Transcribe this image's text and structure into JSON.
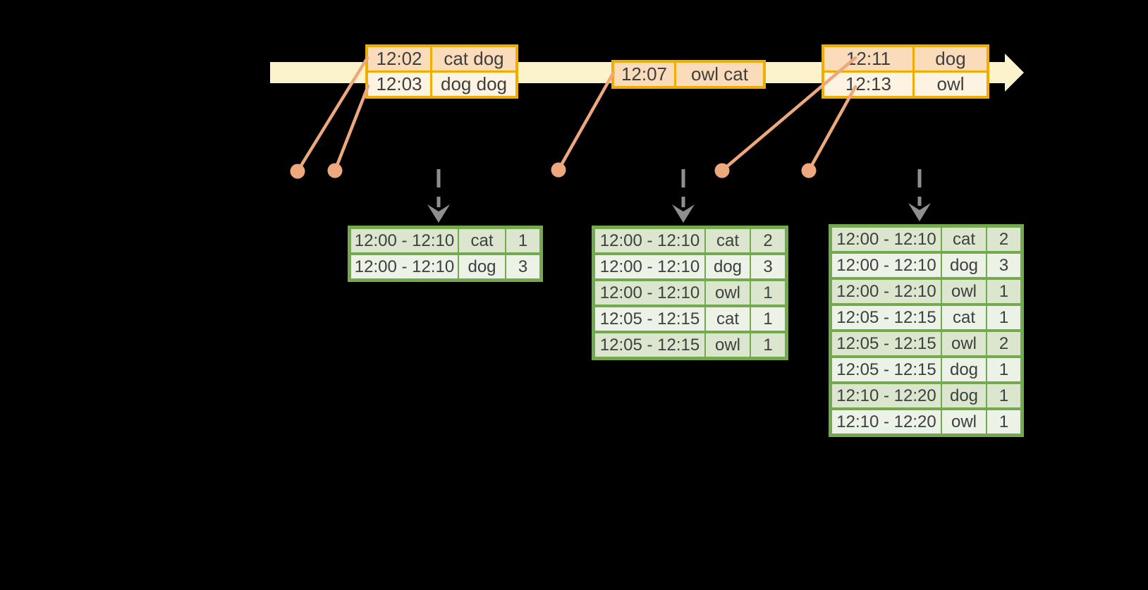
{
  "colors": {
    "background": "#000000",
    "timeline_fill": "#fcf2cc",
    "event_border": "#f0ad00",
    "event_row_dark": "#fadcbb",
    "event_row_light": "#fcf3e3",
    "marker": "#eea87d",
    "result_border": "#73aa4e",
    "result_row_dark": "#dce6ce",
    "result_row_light": "#edf2e7",
    "arrow_gray": "#8f8f8f",
    "text": "#3f3f3f"
  },
  "event_tables": [
    {
      "rows": [
        [
          "12:02",
          "cat dog"
        ],
        [
          "12:03",
          "dog dog"
        ]
      ]
    },
    {
      "rows": [
        [
          "12:07",
          "owl cat"
        ]
      ]
    },
    {
      "rows": [
        [
          "12:11",
          "dog"
        ],
        [
          "12:13",
          "owl"
        ]
      ]
    }
  ],
  "result_tables": [
    {
      "rows": [
        [
          "12:00 - 12:10",
          "cat",
          "1"
        ],
        [
          "12:00 - 12:10",
          "dog",
          "3"
        ]
      ]
    },
    {
      "rows": [
        [
          "12:00 - 12:10",
          "cat",
          "2"
        ],
        [
          "12:00 - 12:10",
          "dog",
          "3"
        ],
        [
          "12:00 - 12:10",
          "owl",
          "1"
        ],
        [
          "12:05 - 12:15",
          "cat",
          "1"
        ],
        [
          "12:05 - 12:15",
          "owl",
          "1"
        ]
      ]
    },
    {
      "rows": [
        [
          "12:00 - 12:10",
          "cat",
          "2"
        ],
        [
          "12:00 - 12:10",
          "dog",
          "3"
        ],
        [
          "12:00 - 12:10",
          "owl",
          "1"
        ],
        [
          "12:05 - 12:15",
          "cat",
          "1"
        ],
        [
          "12:05 - 12:15",
          "owl",
          "2"
        ],
        [
          "12:05 - 12:15",
          "dog",
          "1"
        ],
        [
          "12:10 - 12:20",
          "dog",
          "1"
        ],
        [
          "12:10 - 12:20",
          "owl",
          "1"
        ]
      ]
    }
  ]
}
